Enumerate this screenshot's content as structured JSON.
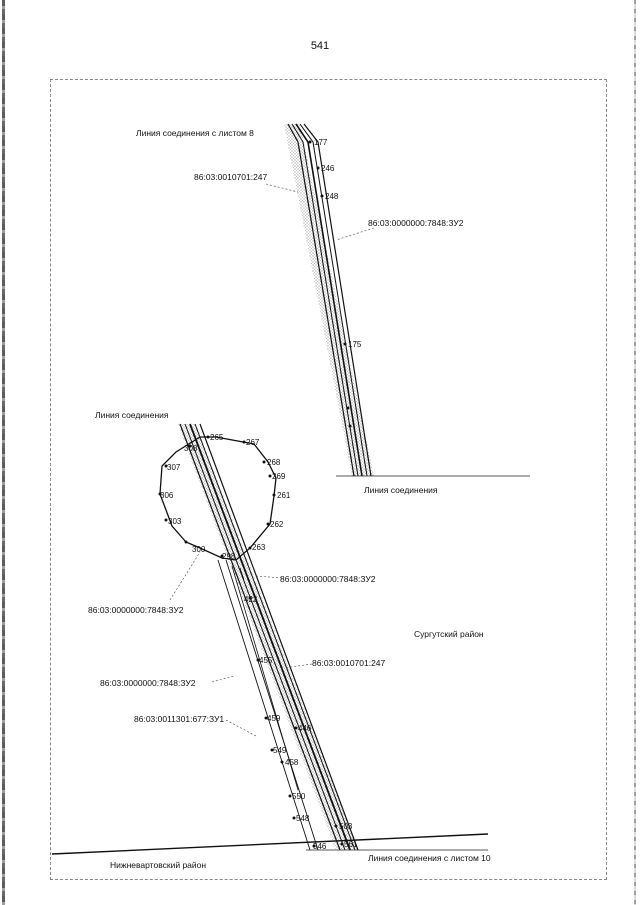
{
  "page": {
    "number": "541"
  },
  "labels": {
    "join_sheet_8": "Линия соединения с листом 8",
    "join_line_left": "Линия соединения",
    "join_line_right": "Линия соединения",
    "join_sheet_10": "Линия соединения с листом 10",
    "surgut_district": "Сургутский район",
    "nizhnevartovsk_district": "Нижневартовский район"
  },
  "parcels": {
    "p_247_top": "86:03:0010701:247",
    "p_zu2_top": "86:03:0000000:7848:ЗУ2",
    "p_zu2_mid": "86:03:0000000:7848:ЗУ2",
    "p_zu2_left": "86:03:0000000:7848:ЗУ2",
    "p_247_bottom": "86:03:0010701:247",
    "p_zu2_lower": "86:03:0000000:7848:ЗУ2",
    "p_zu1": "86:03:0011301:677:ЗУ1"
  },
  "points": {
    "p177": "177",
    "p246": "246",
    "p248": "248",
    "p175": "175",
    "p265": "265",
    "p267": "267",
    "p268": "268",
    "p269": "269",
    "p261": "261",
    "p262": "262",
    "p263": "263",
    "p307": "307",
    "p306": "306",
    "p303": "303",
    "p300": "300",
    "p308": "308",
    "p298": "298",
    "p422": "422",
    "p455": "455",
    "p459": "459",
    "p446": "446",
    "p549": "549",
    "p458": "458",
    "p550": "550",
    "p548": "548",
    "p503": "503",
    "p546": "546",
    "p561": "561"
  }
}
